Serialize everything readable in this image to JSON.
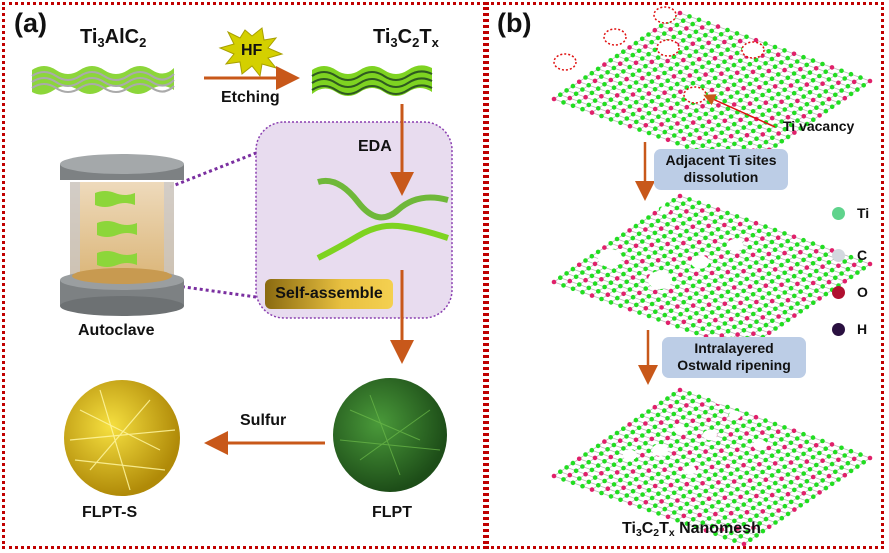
{
  "panel_a": {
    "label": "(a)",
    "ti3alc2": {
      "base": "Ti",
      "s1": "3",
      "mid": "AlC",
      "s2": "2"
    },
    "ti3c2tx": {
      "base": "Ti",
      "s1": "3",
      "c": "C",
      "s2": "2",
      "t": "T",
      "s3": "x"
    },
    "hf_badge": "HF",
    "etching": "Etching",
    "eda": "EDA",
    "self_assemble": "Self-assemble",
    "autoclave": "Autoclave",
    "sulfur": "Sulfur",
    "flpt": "FLPT",
    "flpt_s": "FLPT-S"
  },
  "panel_b": {
    "label": "(b)",
    "ti_vacancy": "Ti vacancy",
    "step1": [
      "Adjacent Ti sites",
      "dissolution"
    ],
    "step2": [
      "Intralayered",
      "Ostwald ripening"
    ],
    "legend": [
      {
        "label": "Ti",
        "color": "#5fd38c"
      },
      {
        "label": "C",
        "color": "#d3d8df"
      },
      {
        "label": "O",
        "color": "#b01030"
      },
      {
        "label": "H",
        "color": "#2a1040"
      }
    ],
    "nanomesh": {
      "base": "Ti",
      "s1": "3",
      "c": "C",
      "s2": "2",
      "t": "T",
      "s3": "x",
      "rest": " Nanomesh"
    }
  },
  "colors": {
    "border": "#c00000",
    "arrow": "#c8581a",
    "mxene_green": "#7ed321",
    "mesh_green": "#22dd22",
    "step_box": "#bccde6"
  }
}
